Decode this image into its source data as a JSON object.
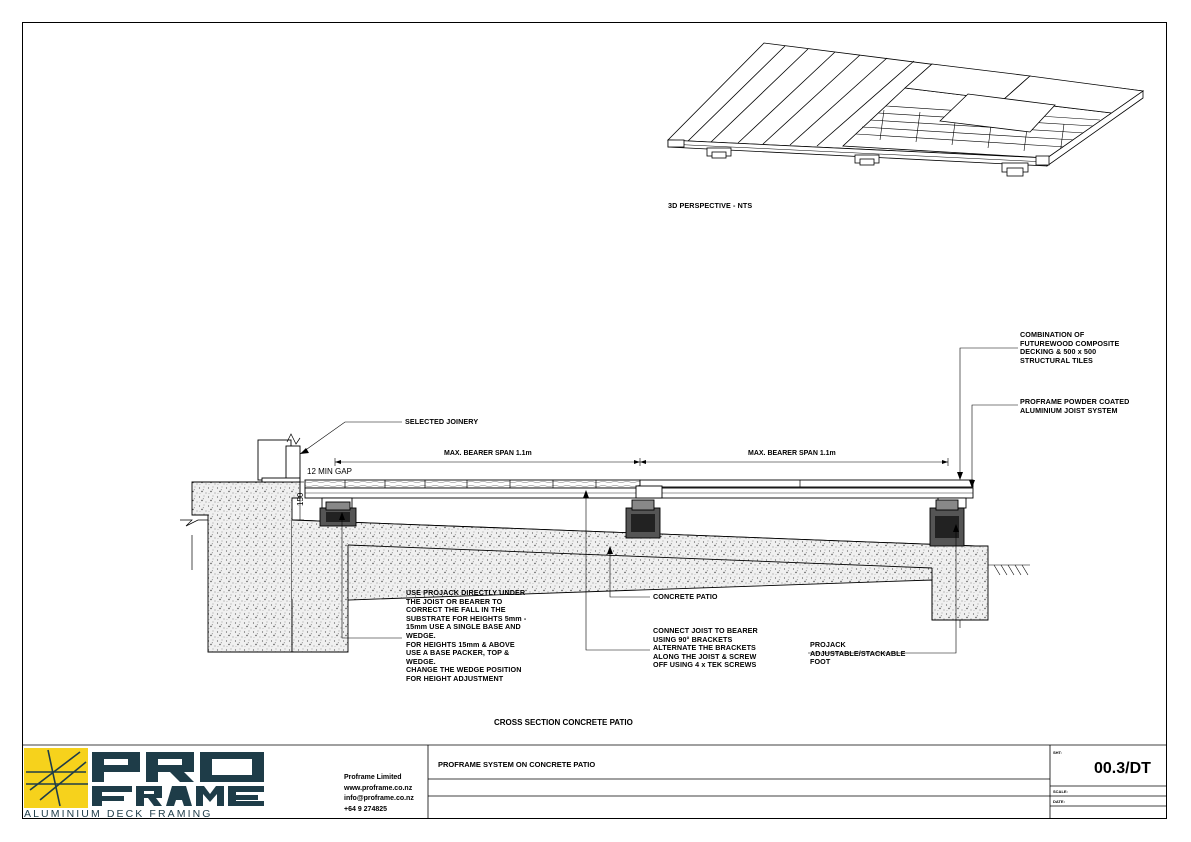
{
  "persp_caption": "3D PERSPECTIVE - NTS",
  "labels": {
    "combination": "COMBINATION OF\nFUTUREWOOD COMPOSITE\nDECKING & 500 x 500\nSTRUCTURAL TILES",
    "proframe_joist": "PROFRAME POWDER COATED\nALUMINIUM  JOIST SYSTEM",
    "selected_joinery": "SELECTED JOINERY",
    "projack_note": "USE PROJACK DIRECTLY UNDER\nTHE JOIST OR BEARER TO\nCORRECT THE FALL IN THE\nSUBSTRATE FOR HEIGHTS 5mm -\n15mm USE A SINGLE BASE AND\nWEDGE.\nFOR HEIGHTS 15mm & ABOVE\nUSE A BASE PACKER, TOP &\nWEDGE.\nCHANGE THE WEDGE POSITION\nFOR HEIGHT ADJUSTMENT",
    "concrete_patio": "CONCRETE PATIO",
    "connect_joist": "CONNECT JOIST TO BEARER\nUSING 90° BRACKETS\nALTERNATE THE BRACKETS\nALONG THE JOIST & SCREW\nOFF USING 4 x TEK SCREWS",
    "projack_foot": "PROJACK\nADJUSTABLE/STACKABLE\nFOOT"
  },
  "dims": {
    "span1": "MAX. BEARER SPAN 1.1m",
    "span2": "MAX. BEARER SPAN 1.1m",
    "gap": "12 MIN GAP",
    "height": "150"
  },
  "section_title": "CROSS SECTION CONCRETE PATIO",
  "titleblock": {
    "logo_text": "ALUMINIUM DECK FRAMING",
    "logo_mark": "ProFrame",
    "company": "Proframe Limited\nwww.proframe.co.nz\ninfo@proframe.co.nz\n+64 9 274825",
    "project_title": "PROFRAME SYSTEM ON CONCRETE PATIO",
    "sheet_label": "SHT:",
    "sheet_number": "00.3/DT",
    "scale_label": "SCALE:",
    "date_label": "DATE:"
  },
  "colors": {
    "logo_yellow": "#f6d21c",
    "logo_dark": "#1e3c48",
    "ink": "#000000",
    "concrete_fill": "#eeeeee",
    "foot_fill": "#555555"
  }
}
